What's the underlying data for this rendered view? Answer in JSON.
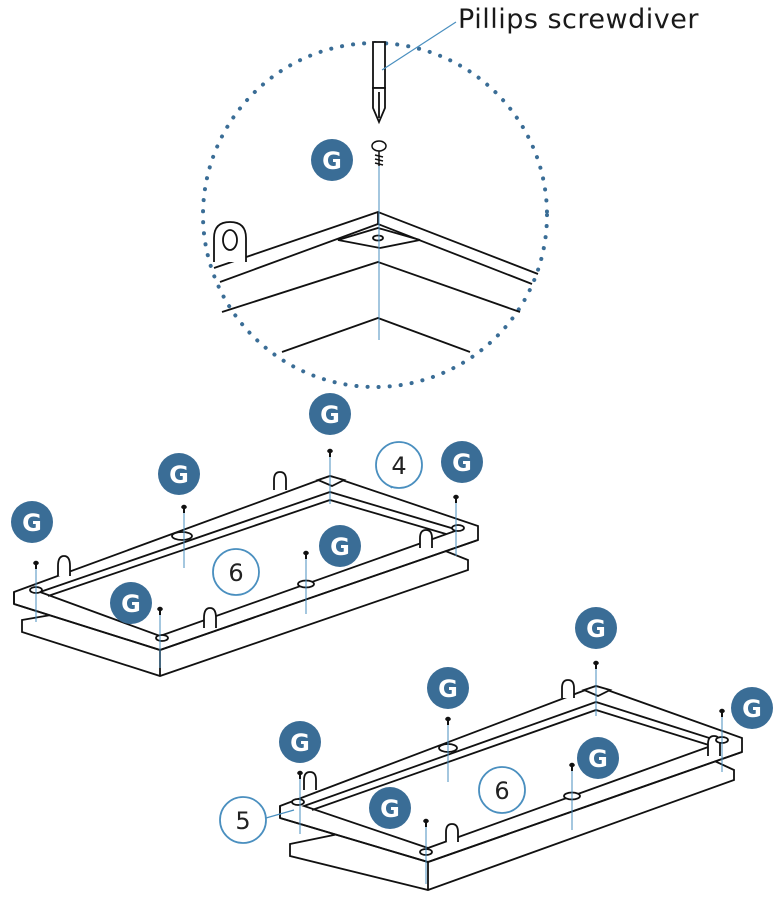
{
  "tool_label": "Pillips screwdiver",
  "badge": {
    "letter": "G",
    "color": "#3a6d96"
  },
  "callout_color": "#4a8fbf",
  "part_numbers": {
    "rail_top": "4",
    "rail_bottom": "5",
    "slats_top": "6",
    "slats_bottom": "6"
  }
}
